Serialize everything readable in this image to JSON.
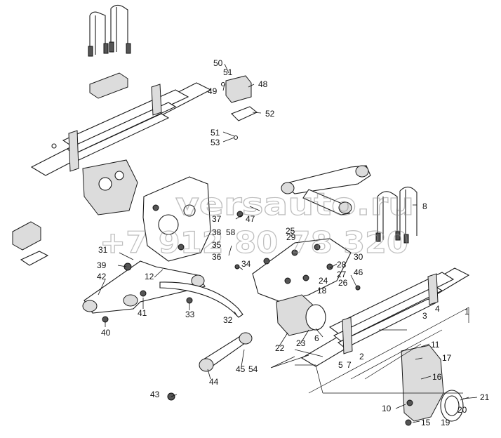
{
  "diagram": {
    "callouts": [
      "1",
      "2",
      "3",
      "4",
      "5",
      "6",
      "7",
      "8",
      "10",
      "11",
      "12",
      "15",
      "16",
      "17",
      "18",
      "19",
      "20",
      "21",
      "22",
      "23",
      "24",
      "25",
      "26",
      "27",
      "28",
      "29",
      "30",
      "31",
      "32",
      "33",
      "34",
      "35",
      "36",
      "37",
      "38",
      "39",
      "40",
      "41",
      "42",
      "43",
      "44",
      "45",
      "46",
      "47",
      "48",
      "49",
      "50",
      "51",
      "52",
      "53",
      "54",
      "58"
    ],
    "watermark": {
      "site": "versauto.ru",
      "phone": "+7 912 80 78 320"
    }
  }
}
